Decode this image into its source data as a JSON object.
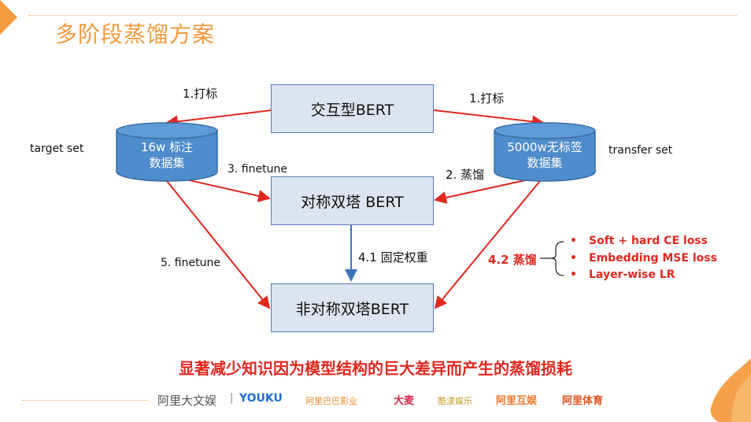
{
  "title": "多阶段蒸馏方案",
  "nodes": {
    "interactive_bert": "交互型BERT",
    "symmetric_bert": "对称双塔 BERT",
    "asymmetric_bert": "非对称双塔BERT"
  },
  "datasets": {
    "target": {
      "line1": "16w 标注",
      "line2": "数据集",
      "side_label": "target set"
    },
    "transfer": {
      "line1": "5000w无标签",
      "line2": "数据集",
      "side_label": "transfer set"
    }
  },
  "edges": {
    "label_left": "1.打标",
    "label_right": "1.打标",
    "distill2": "2. 蒸馏",
    "finetune3": "3. finetune",
    "fix_weights": "4.1 固定权重",
    "distill42": "4.2 蒸馏",
    "finetune5": "5. finetune"
  },
  "distill_methods": [
    "Soft + hard CE loss",
    "Embedding MSE loss",
    "Layer-wise LR"
  ],
  "tagline": "显著减少知识因为模型结构的巨大差异而产生的蒸馏损耗",
  "footer": {
    "brand": "阿里大文娱",
    "logos": [
      "YOUKU",
      "阿里巴巴影业",
      "大麦",
      "酷漾娱乐",
      "阿里互娱",
      "阿里体育"
    ]
  },
  "colors": {
    "accent_orange": "#f39a3e",
    "arrow_red": "#e0281f",
    "arrow_blue": "#3b73b9",
    "box_fill": "#dde4f1",
    "cylinder_fill": "#4e8ccb"
  }
}
